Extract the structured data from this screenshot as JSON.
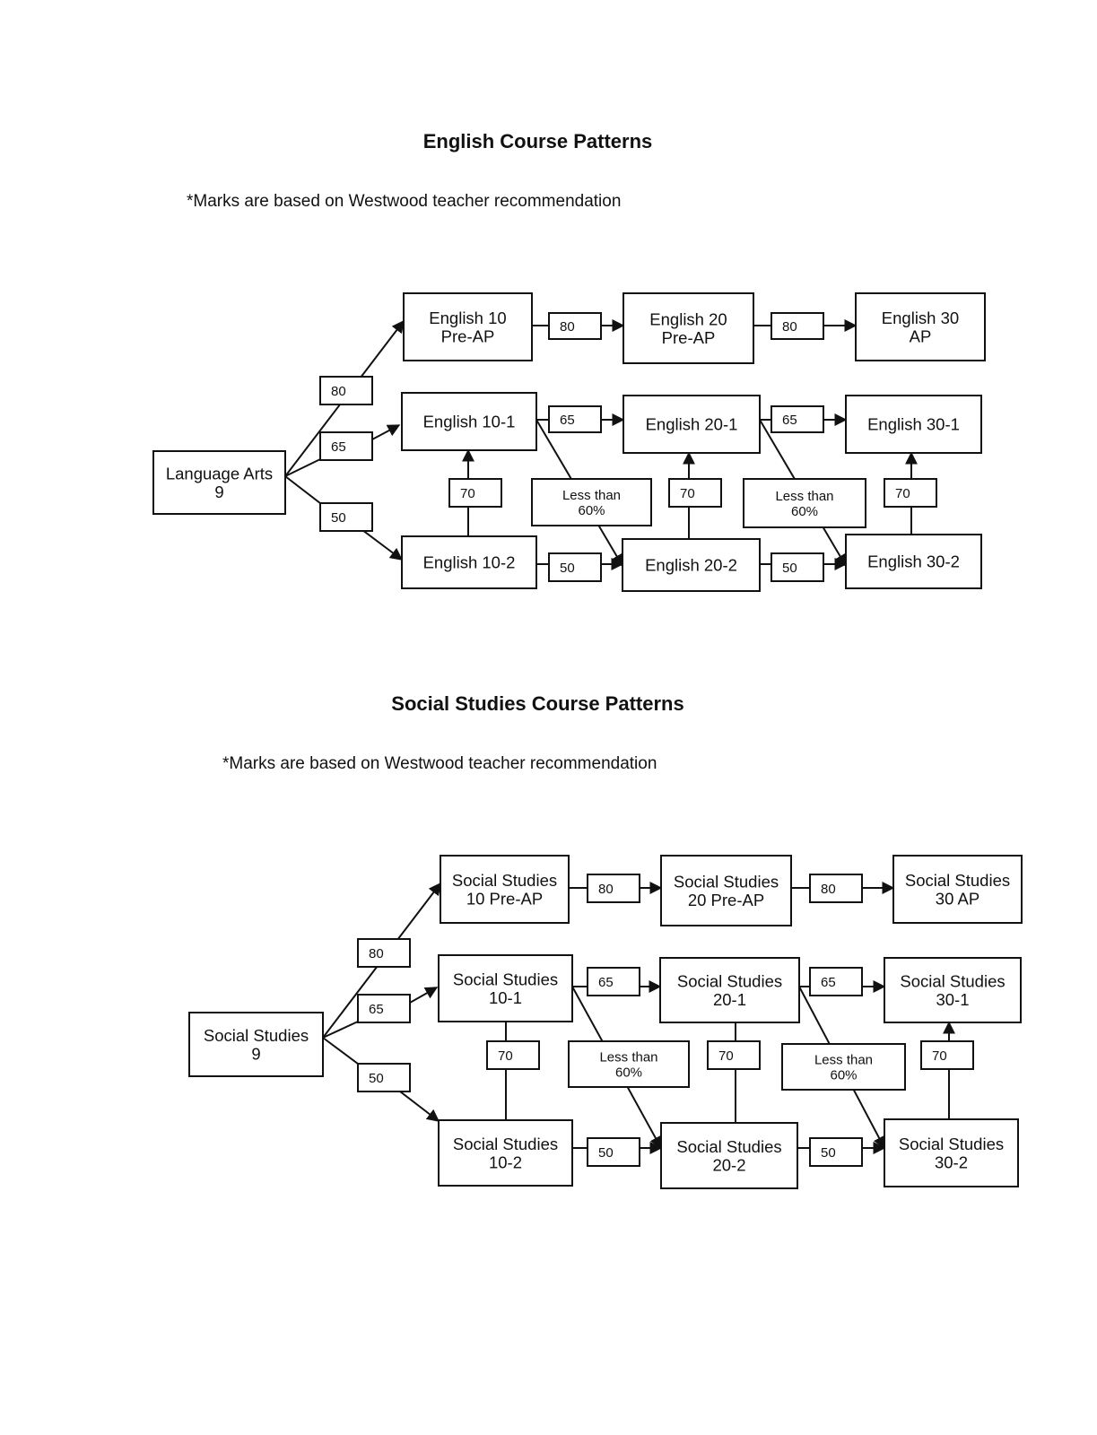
{
  "english": {
    "title": "English Course Patterns",
    "note": "*Marks are based on Westwood teacher recommendation",
    "nodes": {
      "la9": [
        "Language Arts",
        "9"
      ],
      "e10pap": [
        "English 10",
        "Pre-AP"
      ],
      "e20pap": [
        "English 20",
        "Pre-AP"
      ],
      "e30ap": [
        "English 30",
        "AP"
      ],
      "e101": [
        "English 10-1"
      ],
      "e201": [
        "English 20-1"
      ],
      "e301": [
        "English 30-1"
      ],
      "e102": [
        "English 10-2"
      ],
      "e202": [
        "English 20-2"
      ],
      "e302": [
        "English 30-2"
      ]
    },
    "edges": {
      "la9_e10pap": [
        "80"
      ],
      "la9_e101": [
        "65"
      ],
      "la9_e102": [
        "50"
      ],
      "e10pap_e20pap": [
        "80"
      ],
      "e20pap_e30ap": [
        "80"
      ],
      "e101_e201": [
        "65"
      ],
      "e201_e301": [
        "65"
      ],
      "e102_e202": [
        "50"
      ],
      "e202_e302": [
        "50"
      ],
      "e102_e101": [
        "70"
      ],
      "e202_e201": [
        "70"
      ],
      "e302_e301": [
        "70"
      ],
      "e101_e202": [
        "Less than",
        "60%"
      ],
      "e201_e302": [
        "Less than",
        "60%"
      ]
    }
  },
  "social": {
    "title": "Social Studies Course Patterns",
    "note": "*Marks are based on Westwood teacher recommendation",
    "nodes": {
      "ss9": [
        "Social Studies",
        "9"
      ],
      "s10pap": [
        "Social Studies",
        "10  Pre-AP"
      ],
      "s20pap": [
        "Social Studies",
        "20 Pre-AP"
      ],
      "s30ap": [
        "Social Studies",
        "30  AP"
      ],
      "s101": [
        "Social Studies",
        "10-1"
      ],
      "s201": [
        "Social Studies",
        "20-1"
      ],
      "s301": [
        "Social Studies",
        "30-1"
      ],
      "s102": [
        "Social Studies",
        "10-2"
      ],
      "s202": [
        "Social Studies",
        "20-2"
      ],
      "s302": [
        "Social Studies",
        "30-2"
      ]
    },
    "edges": {
      "ss9_s10pap": [
        "80"
      ],
      "ss9_s101": [
        "65"
      ],
      "ss9_s102": [
        "50"
      ],
      "s10pap_s20pap": [
        "80"
      ],
      "s20pap_s30ap": [
        "80"
      ],
      "s101_s201": [
        "65"
      ],
      "s201_s301": [
        "65"
      ],
      "s102_s202": [
        "50"
      ],
      "s202_s302": [
        "50"
      ],
      "s102_s101": [
        "70"
      ],
      "s202_s201": [
        "70"
      ],
      "s302_s301": [
        "70"
      ],
      "s101_s202": [
        "Less than",
        "60%"
      ],
      "s201_s302": [
        "Less than",
        "60%"
      ]
    }
  }
}
